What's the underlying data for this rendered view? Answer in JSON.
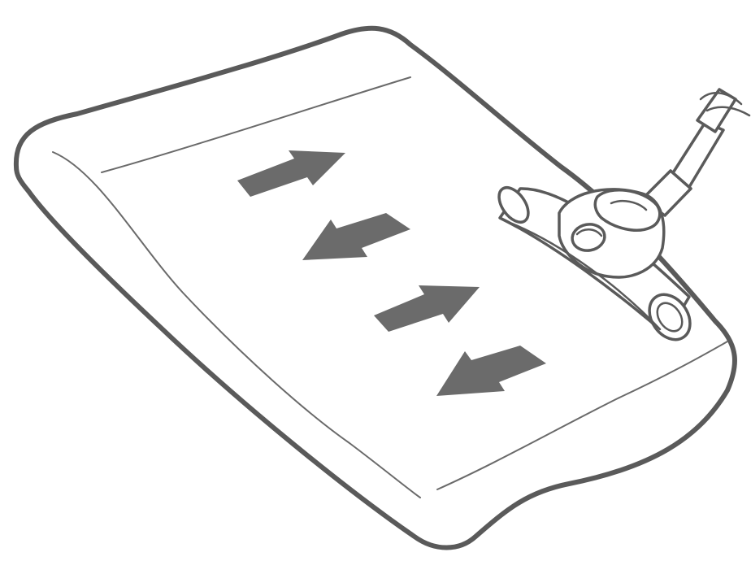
{
  "illustration": {
    "subject": "vacuum-brush-nozzle-cleaning-mattress",
    "icons": [
      "mattress-icon",
      "brush-nozzle-icon",
      "hose-wand-icon",
      "direction-arrow-icon"
    ],
    "arrow_directions": [
      "right",
      "left",
      "right",
      "left"
    ],
    "colors": {
      "background": "#ffffff",
      "outline": "#5a5a5a",
      "arrow_fill": "#6b6b6b"
    }
  }
}
